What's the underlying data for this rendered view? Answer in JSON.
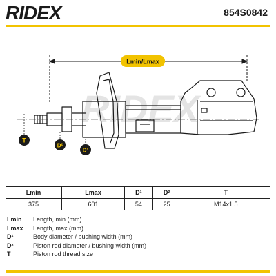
{
  "header": {
    "brand": "RIDEX",
    "part_number": "854S0842"
  },
  "colors": {
    "accent": "#f2c300",
    "line": "#1a1a1a"
  },
  "diagram": {
    "watermark": "RIDEX",
    "dimension_label": "Lmin/Lmax",
    "marker_t": "T",
    "marker_d2": "D²",
    "marker_d1": "D¹"
  },
  "table": {
    "headers": [
      "Lmin",
      "Lmax",
      "D¹",
      "D²",
      "T"
    ],
    "values": [
      "375",
      "601",
      "54",
      "25",
      "M14x1.5"
    ]
  },
  "legend": [
    {
      "key": "Lmin",
      "text": "Length, min (mm)"
    },
    {
      "key": "Lmax",
      "text": "Length, max (mm)"
    },
    {
      "key": "D¹",
      "text": "Body diameter / bushing width (mm)"
    },
    {
      "key": "D²",
      "text": "Piston rod diameter / bushing width (mm)"
    },
    {
      "key": "T",
      "text": "Piston rod thread size"
    }
  ]
}
